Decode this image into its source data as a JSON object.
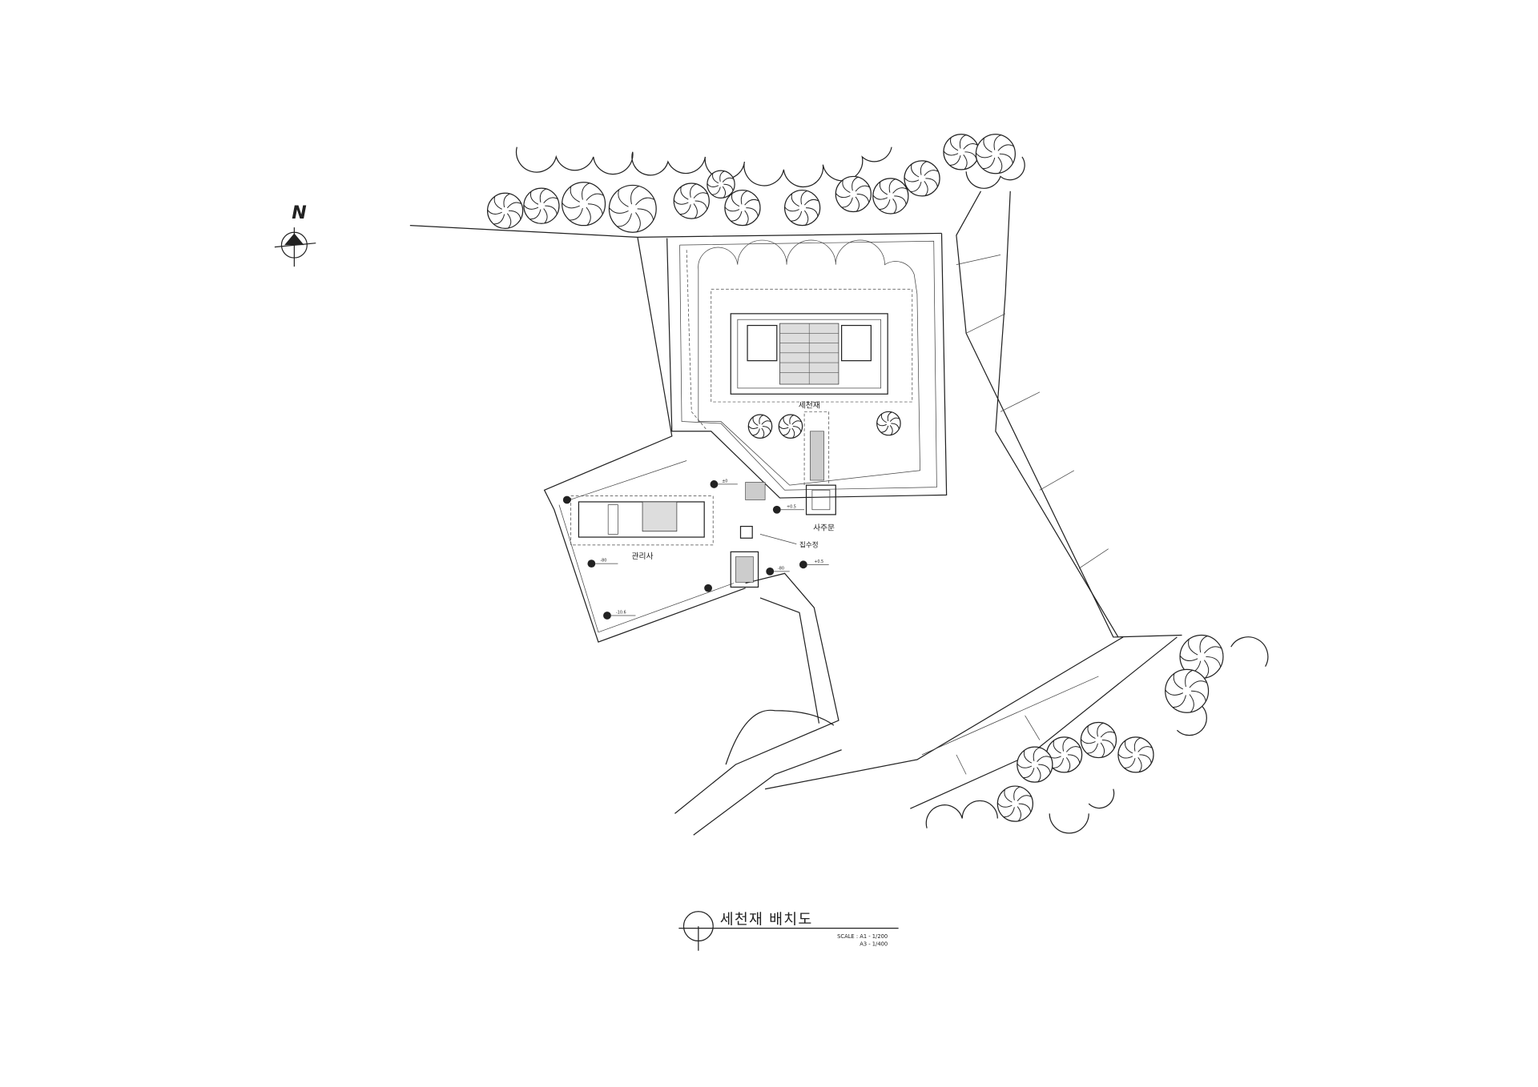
{
  "drawing": {
    "title": "세천재 배치도",
    "scale_line1": "SCALE : A1 - 1/200",
    "scale_line2": "A3 - 1/400",
    "north_label": "N"
  },
  "labels": {
    "main_hall": "세천재",
    "gate": "사주문",
    "catch_basin": "집수정",
    "management_building": "관리사"
  },
  "level_marks": [
    "+0.5",
    "±0",
    "-80",
    "-10.6",
    "+0.5",
    "-80"
  ]
}
